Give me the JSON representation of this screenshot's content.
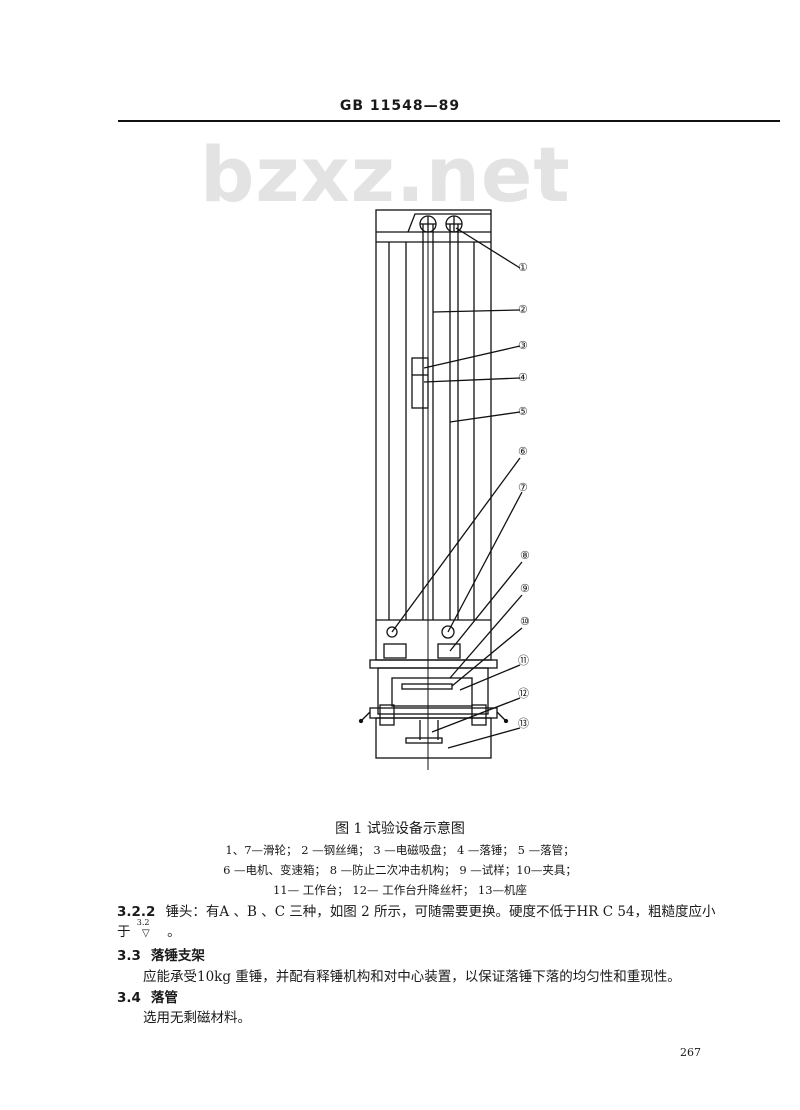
{
  "header": {
    "standard_code": "GB 11548—89",
    "watermark": "bzxz.net"
  },
  "figure": {
    "callouts": [
      "①",
      "②",
      "③",
      "④",
      "⑤",
      "⑥",
      "⑦",
      "⑧",
      "⑨",
      "⑩",
      "⑪",
      "⑫",
      "⑬"
    ],
    "caption": "图 1   试验设备示意图",
    "legend": [
      "1、7—滑轮； 2 —钢丝绳； 3 —电磁吸盘； 4 —落锤； 5 —落管；",
      "6 —电机、变速箱； 8 —防止二次冲击机构； 9 —试样；10—夹具；",
      "11— 工作台； 12— 工作台升降丝杆； 13—机座"
    ]
  },
  "sections": [
    {
      "number": "3.2.2",
      "text": "锤头：有A 、B 、C 三种，如图 2 所示，可随需要更换。硬度不低于HR C 54，粗糙度应小",
      "continuation_prefix": "于",
      "roughness_symbol": "3.2",
      "roughness_glyph": "▽",
      "continuation_suffix": "。"
    },
    {
      "number": "3.3",
      "title": "落锤支架",
      "body": "应能承受10kg 重锤，并配有释锤机构和对中心装置，以保证落锤下落的均匀性和重现性。"
    },
    {
      "number": "3.4",
      "title": "落管",
      "body": "选用无剩磁材料。"
    }
  ],
  "page_number": "267"
}
